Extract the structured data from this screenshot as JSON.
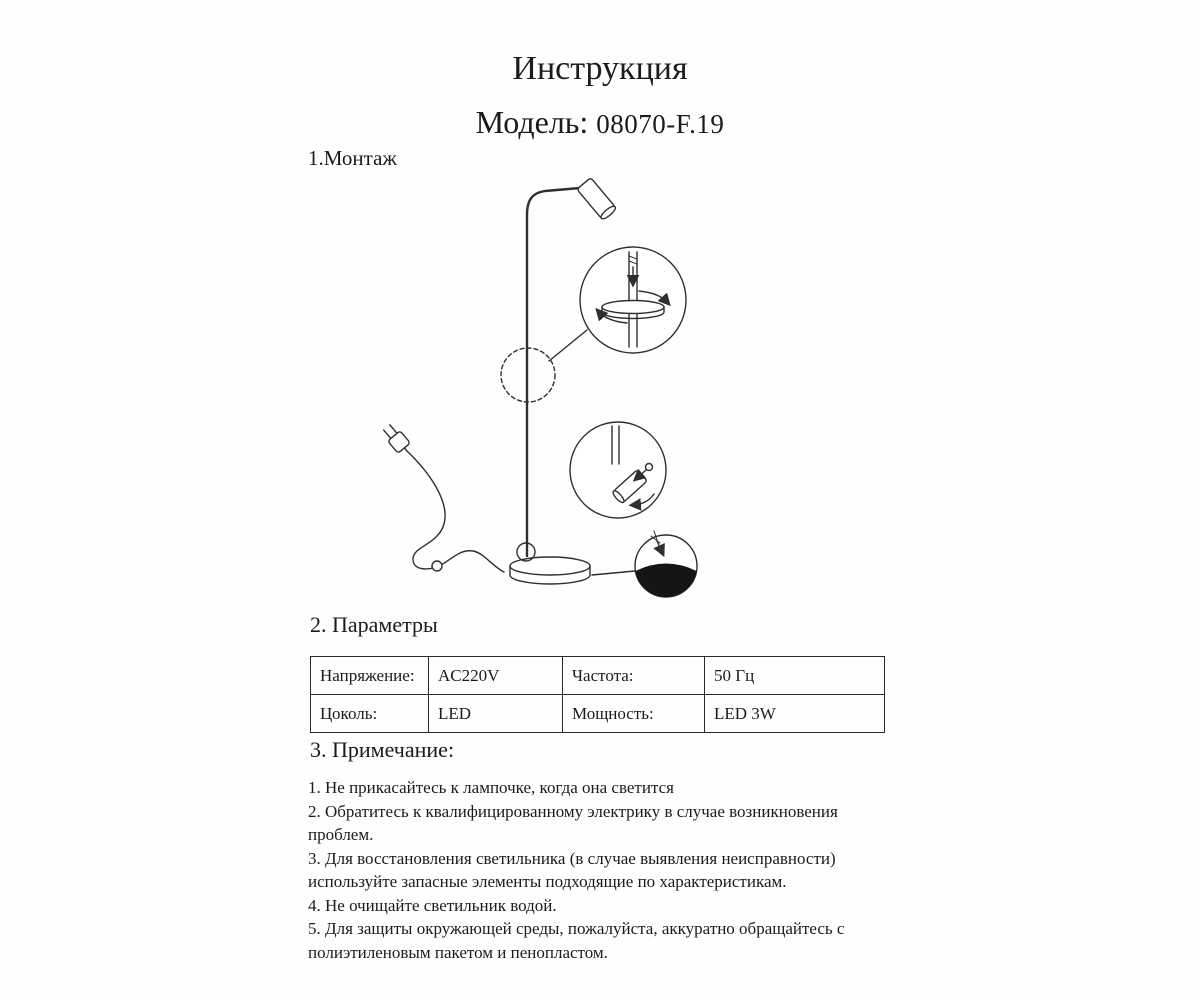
{
  "page": {
    "title": "Инструкция",
    "model_label": "Модель:",
    "model_value": "08070-F.19"
  },
  "sections": {
    "montage": {
      "heading": "1.Монтаж"
    },
    "params": {
      "heading": "2. Параметры",
      "table": {
        "rows": [
          [
            {
              "label": "Напряжение:",
              "value": "AC220V"
            },
            {
              "label": "Частота:",
              "value": "50 Гц"
            }
          ],
          [
            {
              "label": "Цоколь:",
              "value": "LED"
            },
            {
              "label": "Мощность:",
              "value": "LED 3W"
            }
          ]
        ]
      }
    },
    "notes": {
      "heading": "3. Примечание:",
      "items": [
        "1. Не прикасайтесь к лампочке, когда она светится",
        "2. Обратитесь к квалифицированному электрику в случае возникновения проблем.",
        "3. Для восстановления светильника (в случае  выявления неисправности) используйте запасные элементы подходящие по характеристикам.",
        "4. Не очищайте  светильник водой.",
        "5. Для защиты окружающей среды, пожалуйста, аккуратно обращайтесь с полиэтиленовым пакетом и пенопластом."
      ]
    }
  }
}
